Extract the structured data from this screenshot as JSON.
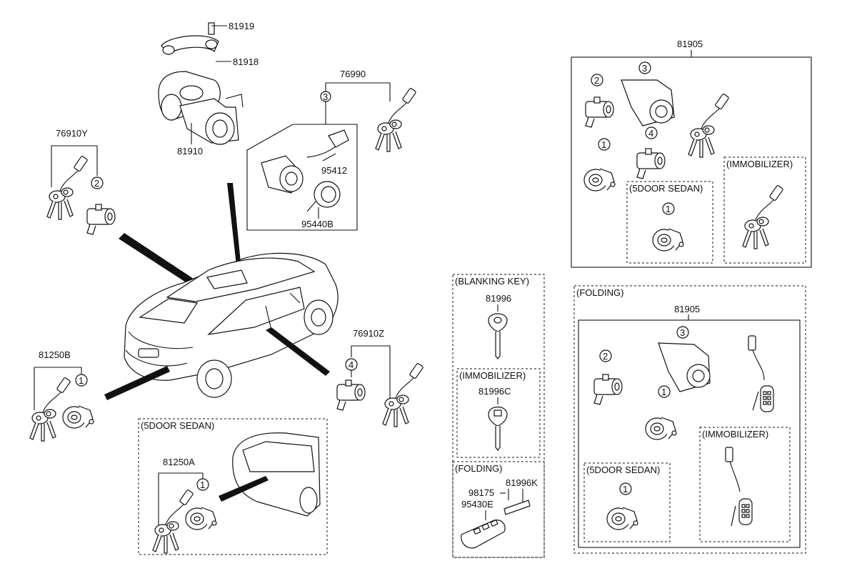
{
  "part_numbers": {
    "p81919": "81919",
    "p81918": "81918",
    "p81910": "81910",
    "p76990": "76990",
    "p95412": "95412",
    "p95440B": "95440B",
    "p76910Y": "76910Y",
    "p76910Z": "76910Z",
    "p81250B": "81250B",
    "p81250A": "81250A",
    "p81905_top": "81905",
    "p81905_folding": "81905",
    "p81996": "81996",
    "p81996C": "81996C",
    "p81996K": "81996K",
    "p98175": "98175",
    "p95430E": "95430E"
  },
  "box_labels": {
    "five_door_sedan_bottom": "(5DOOR SEDAN)",
    "five_door_sedan_top_right": "(5DOOR SEDAN)",
    "immobilizer_top_right": "(IMMOBILIZER)",
    "blanking_key": "(BLANKING KEY)",
    "immobilizer_mid": "(IMMOBILIZER)",
    "folding_mid": "(FOLDING)",
    "folding_right": "(FOLDING)",
    "five_door_sedan_folding": "(5DOOR SEDAN)",
    "immobilizer_folding": "(IMMOBILIZER)"
  },
  "callouts": {
    "c1": "1",
    "c2": "2",
    "c3": "3",
    "c4": "4"
  },
  "icons": [
    "car-illustration",
    "ignition-lock-assembly",
    "key-with-fob",
    "lock-cylinder",
    "folding-remote-key",
    "blank-key"
  ],
  "colors": {
    "line": "#111111",
    "background": "#ffffff"
  }
}
